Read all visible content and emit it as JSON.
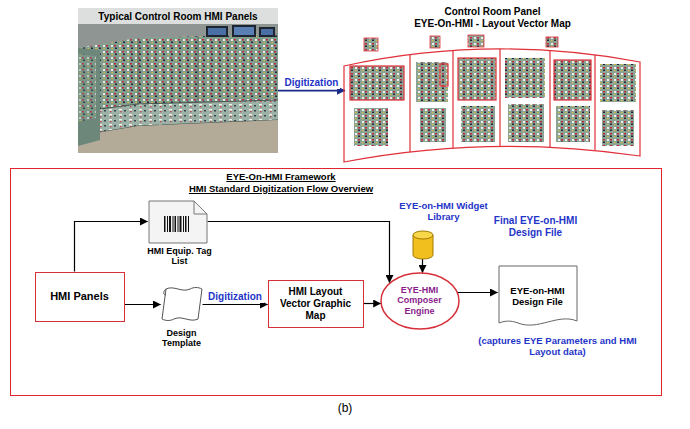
{
  "diagram": {
    "caption": "(b)",
    "nodes": [
      {
        "text": [
          "Typical Control Room HMI Panels"
        ]
      },
      {
        "text": [
          "Control Room Panel",
          "EYE-On-HMI - Layout Vector Map"
        ]
      },
      {
        "text": [
          "EYE-On-HMI Framework",
          "HMI Standard Digitization Flow Overview"
        ]
      },
      {
        "text": [
          "HMI Panels"
        ],
        "in": 2
      },
      {
        "text": [
          "HMI Equip. Tag List"
        ],
        "in": 2
      },
      {
        "text": [
          "Design Template"
        ],
        "in": 2
      },
      {
        "text": [
          "HMI Layout Vector Graphic Map"
        ],
        "in": 2
      },
      {
        "text": [
          "EYE-on-HMI Widget Library"
        ],
        "in": 2
      },
      {
        "text": [
          "EYE-HMI Composer Engine"
        ],
        "in": 2
      },
      {
        "text": [
          "Final EYE-on-HMI Design File",
          "EYE-on-HMI Design File",
          "(captures EYE Parameters and HMI Layout data)"
        ],
        "in": 2
      }
    ],
    "edges": [
      {
        "from": 0,
        "to": 1,
        "arrow": "to",
        "label": "Digitization"
      },
      {
        "from": 3,
        "to": 4,
        "arrow": "to"
      },
      {
        "from": 3,
        "to": 5,
        "arrow": "to"
      },
      {
        "from": 5,
        "to": 6,
        "arrow": "to",
        "label": "Digitization"
      },
      {
        "from": 4,
        "to": 8,
        "arrow": "to"
      },
      {
        "from": 7,
        "to": 8,
        "arrow": "to"
      },
      {
        "from": 6,
        "to": 8,
        "arrow": "to"
      },
      {
        "from": 8,
        "to": 9,
        "arrow": "to"
      }
    ]
  }
}
